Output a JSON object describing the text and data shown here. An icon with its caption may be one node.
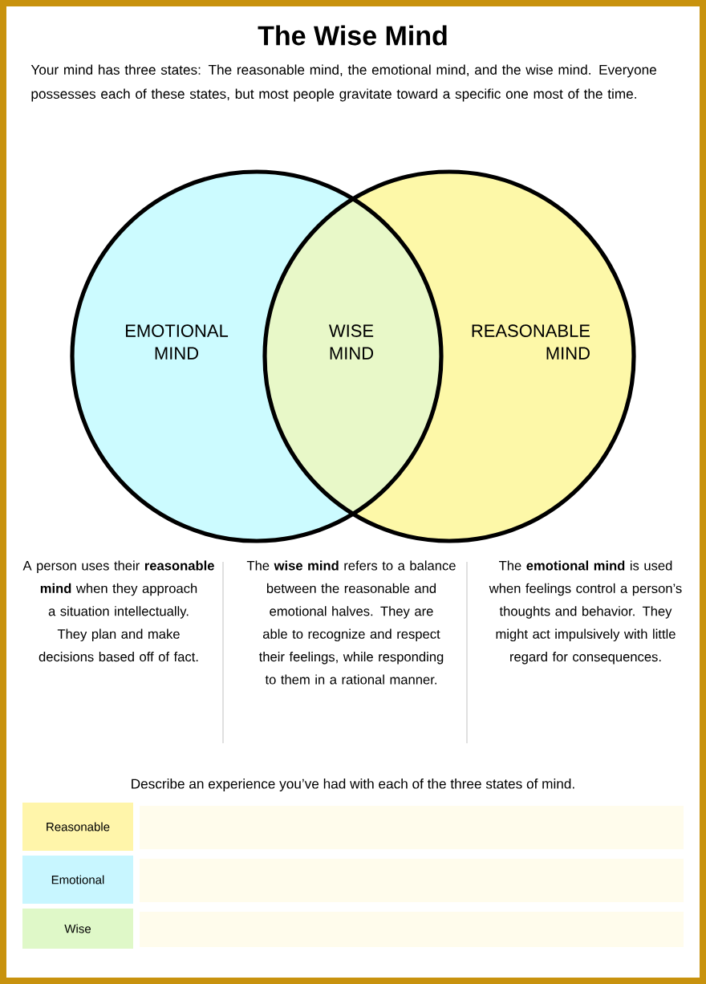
{
  "diagram": {
    "title": "The Wise Mind",
    "nodes": [
      {
        "text": [
          "EMOTIONAL MIND"
        ]
      },
      {
        "text": [
          "WISE MIND"
        ]
      },
      {
        "text": [
          "REASONABLE MIND"
        ]
      },
      {
        "text": [
          "Reasonable"
        ]
      },
      {
        "text": [
          "Emotional"
        ]
      },
      {
        "text": [
          "Wise"
        ]
      }
    ],
    "edges": [],
    "labels": [
      "Your mind has three states: The reasonable mind, the emotional mind, and the wise mind. Everyone possesses each of these states, but most people gravitate toward a specific one most of the time.",
      "A person uses their **reasonable mind** when they approach a situation intellectually. They plan and make decisions based off of fact.",
      "The **wise mind** refers to a balance between the reasonable and emotional halves. They are able to recognize and respect their feelings, while responding to them in a rational manner.",
      "The **emotional mind** is used when feelings control a person’s thoughts and behavior. They might act impulsively with little regard for consequences.",
      "Describe an experience you’ve had with each of the three states of mind."
    ]
  }
}
